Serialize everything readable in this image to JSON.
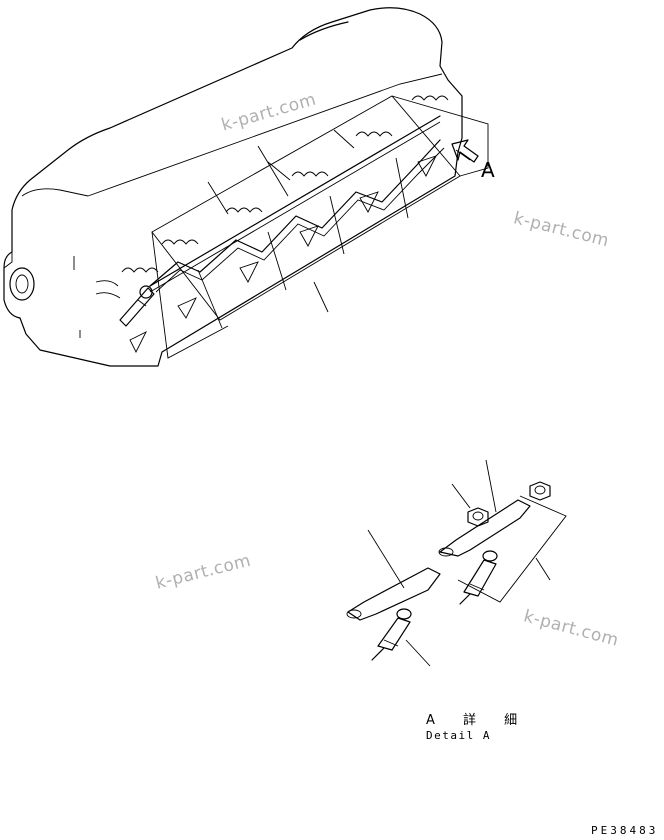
{
  "figure": {
    "view_callout": "A",
    "detail_caption_jp": "A 詳 細",
    "detail_caption_en": "Detail A",
    "drawing_code": "PE38483"
  },
  "watermark": {
    "text": "k-part.com",
    "color": "#b0b0b0"
  },
  "parts": [
    "cylinder-head",
    "glow-plug",
    "connecting-plate",
    "nut"
  ]
}
